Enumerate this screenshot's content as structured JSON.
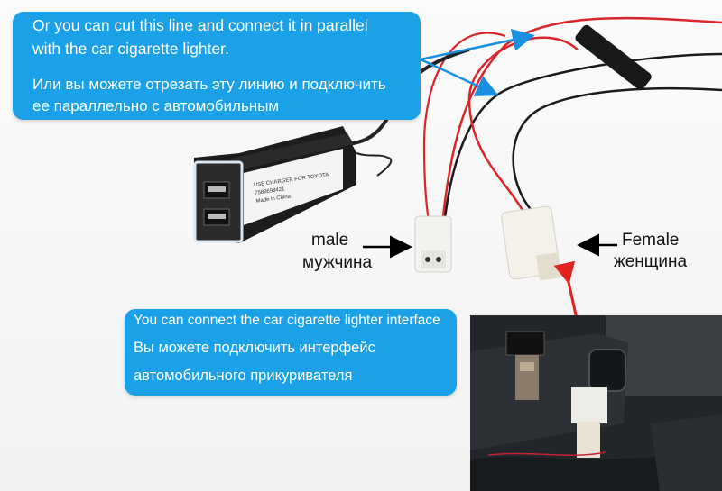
{
  "callouts": {
    "top": {
      "line1": "Or you can cut this line and connect it in parallel",
      "line2": "with the car cigarette lighter.",
      "line3": "Или вы можете отрезать эту линию и подключить",
      "line4": "ее параллельно с автомобильным"
    },
    "bottom": {
      "line1": "You can connect the car cigarette lighter interface",
      "line2": "Вы можете подключить интерфейс",
      "line3": "автомобильного прикуривателя"
    }
  },
  "labels": {
    "male_en": "male",
    "male_ru": "мужчина",
    "female_en": "Female",
    "female_ru": "женщина"
  },
  "module": {
    "line1": "USB CHARGER FOR TOYOTA",
    "line2": "7583698421",
    "line3": "Made in China"
  },
  "colors": {
    "callout_bg": "#1ba1e8",
    "wire_red": "#d8262b",
    "wire_black": "#1a1a1a",
    "arrow_blue": "#1a8fe0",
    "arrow_red": "#e0231f"
  }
}
